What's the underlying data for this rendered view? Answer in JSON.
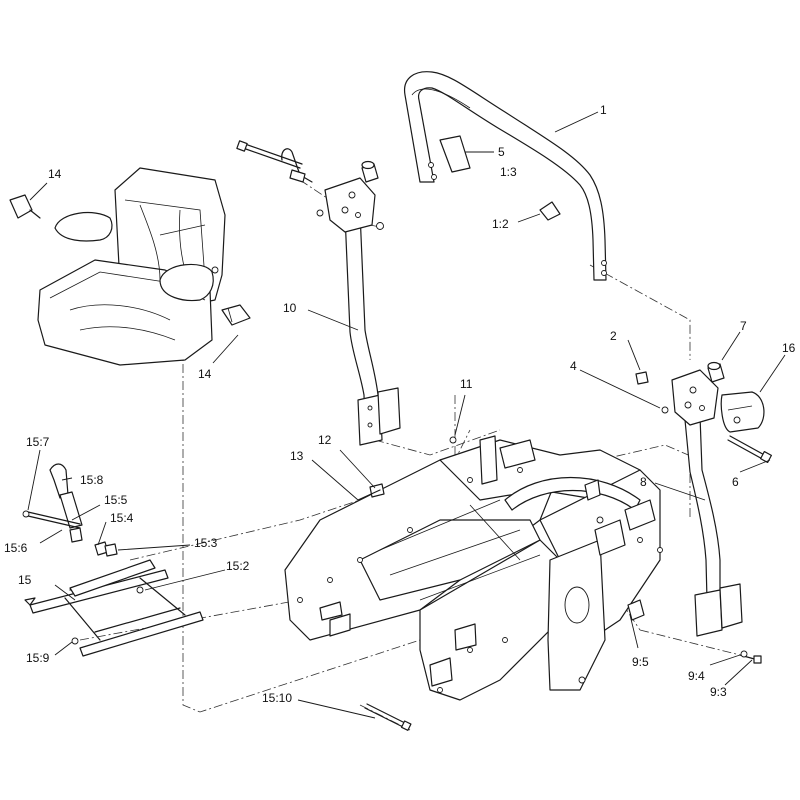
{
  "callouts": {
    "c1": "1",
    "c1_2": "1:2",
    "c1_3": "1:3",
    "c2": "2",
    "c4": "4",
    "c5": "5",
    "c6": "6",
    "c7": "7",
    "c8": "8",
    "c9_3": "9:3",
    "c9_4": "9:4",
    "c9_5": "9:5",
    "c10": "10",
    "c11": "11",
    "c12": "12",
    "c13": "13",
    "c14_top": "14",
    "c14_bottom": "14",
    "c15": "15",
    "c15_2": "15:2",
    "c15_3": "15:3",
    "c15_4": "15:4",
    "c15_5": "15:5",
    "c15_6": "15:6",
    "c15_7": "15:7",
    "c15_8": "15:8",
    "c15_9": "15:9",
    "c15_10": "15:10",
    "c16": "16"
  }
}
